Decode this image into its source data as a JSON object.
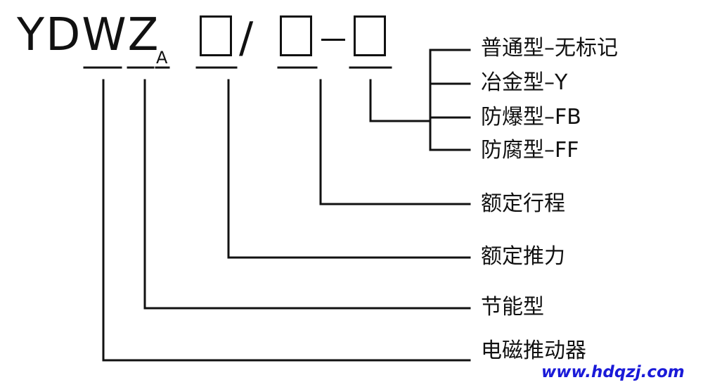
{
  "code": {
    "main": "YDWZ",
    "subscript": "A",
    "separator_slash": "/"
  },
  "options": [
    "普通型–无标记",
    "冶金型–Y",
    "防爆型–FB",
    "防腐型–FF"
  ],
  "labels": {
    "rated_stroke": "额定行程",
    "rated_thrust": "额定推力",
    "energy_saving": "节能型",
    "electromagnetic_pusher": "电磁推动器"
  },
  "watermark": "www.hdqzj.com",
  "colors": {
    "ink": "#111111",
    "watermark": "#1a1ad8"
  }
}
